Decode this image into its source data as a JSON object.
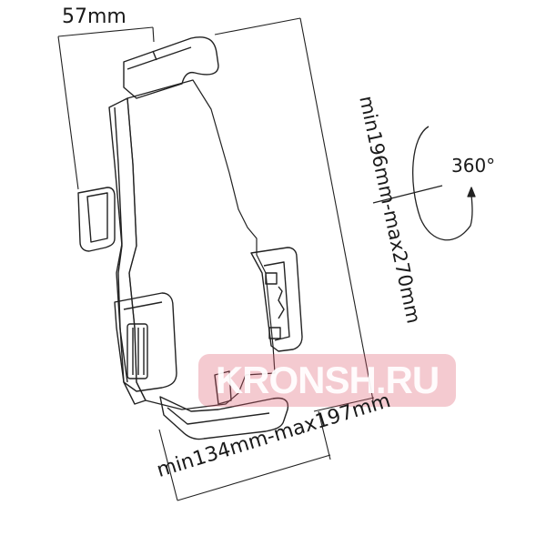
{
  "diagram": {
    "subject": "tablet holder clamp line drawing",
    "dimensions": {
      "depth_label": "57mm",
      "height_range_label": "min196mm-max270mm",
      "width_range_label": "min134mm-max197mm"
    },
    "rotation": {
      "label": "360°",
      "icon": "rotation-arrow-icon"
    },
    "watermark": {
      "text": "KRONSH.RU",
      "color": "#e8a0ac"
    },
    "colors": {
      "line": "#1a1a1a",
      "background": "#ffffff"
    }
  }
}
